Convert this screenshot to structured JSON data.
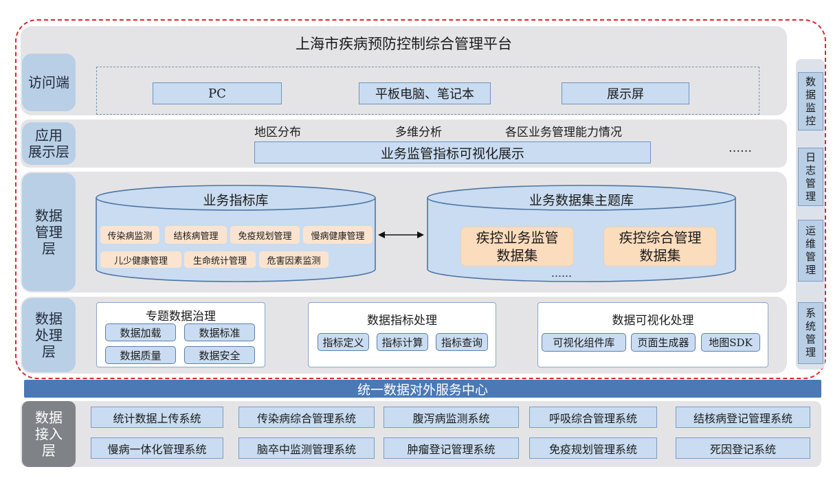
{
  "platform_title": "上海市疾病预防控制综合管理平台",
  "layers": {
    "access": {
      "label": [
        "访问端"
      ],
      "items": [
        "PC",
        "平板电脑、笔记本",
        "展示屏"
      ]
    },
    "display": {
      "label": [
        "应用",
        "展示层"
      ],
      "top_items": [
        "地区分布",
        "多维分析",
        "各区业务管理能力情况"
      ],
      "main_bar": "业务监管指标可视化展示",
      "ellipsis": "……"
    },
    "management": {
      "label": [
        "数据",
        "管理",
        "层"
      ],
      "index_db": {
        "title": "业务指标库",
        "row1": [
          "传染病监测",
          "结核病管理",
          "免疫规划管理",
          "慢病健康管理"
        ],
        "row2": [
          "儿少健康管理",
          "生命统计管理",
          "危害因素监测"
        ]
      },
      "theme_db": {
        "title": "业务数据集主题库",
        "sets": [
          [
            "疾控业务监管",
            "数据集"
          ],
          [
            "疾控综合管理",
            "数据集"
          ]
        ],
        "ellipsis": "……"
      }
    },
    "processing": {
      "label": [
        "数据",
        "处理",
        "层"
      ],
      "governance": {
        "title": "专题数据治理",
        "items": [
          "数据加载",
          "数据标准",
          "数据质量",
          "数据安全"
        ]
      },
      "indicator": {
        "title": "数据指标处理",
        "items": [
          "指标定义",
          "指标计算",
          "指标查询"
        ]
      },
      "visual": {
        "title": "数据可视化处理",
        "items": [
          "可视化组件库",
          "页面生成器",
          "地图SDK"
        ]
      }
    }
  },
  "side_panel": [
    [
      "数",
      "据",
      "监",
      "控"
    ],
    [
      "日",
      "志",
      "管",
      "理"
    ],
    [
      "运",
      "维",
      "管",
      "理"
    ],
    [
      "系",
      "统",
      "管",
      "理"
    ]
  ],
  "service_bar": "统一数据对外服务中心",
  "ingest": {
    "label": [
      "数据",
      "接入",
      "层"
    ],
    "row1": [
      "统计数据上传系统",
      "传染病综合管理系统",
      "腹泻病监测系统",
      "呼吸综合管理系统",
      "结核病登记管理系统"
    ],
    "row2": [
      "慢病一体化管理系统",
      "脑卒中监测管理系统",
      "肿瘤登记管理系统",
      "免疫规划管理系统",
      "死因登记系统"
    ]
  },
  "colors": {
    "boundary": "#d9262e",
    "service_bar": "#4a79b5",
    "panel": "#e4e4e6"
  }
}
